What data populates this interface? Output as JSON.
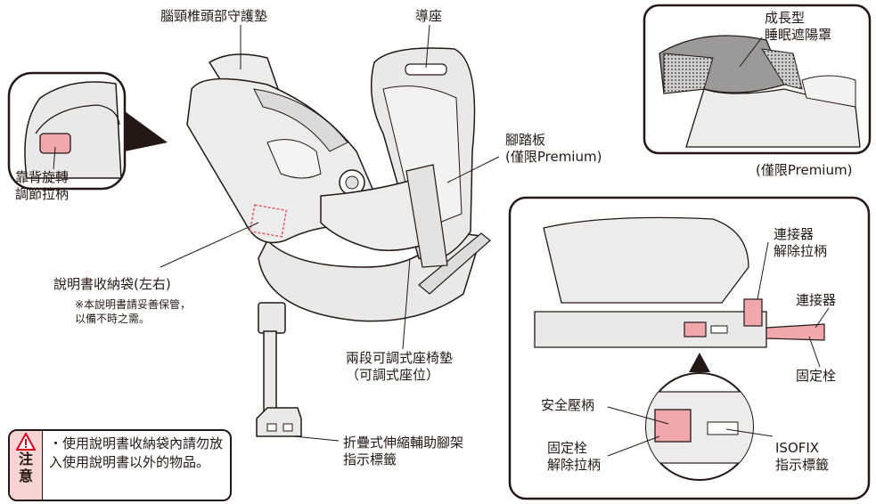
{
  "labels": {
    "headrest": "腦頸椎頭部守護墊",
    "guide": "導座",
    "recline_handle": "靠背旋轉\n調節拉柄",
    "footrest": "腳踏板\n(僅限Premium)",
    "manual_pocket": "說明書收納袋(左右)",
    "manual_note": "※本說明書請妥善保管，\n以備不時之需。",
    "seat_cushion": "兩段可調式座椅墊\n（可調式座位）",
    "support_leg_indicator": "折疊式伸縮輔助腳架\n指示標籤",
    "canopy": "成長型\n睡眠遮陽罩",
    "canopy_note": "(僅限Premium)",
    "connector_release": "連接器\n解除拉柄",
    "connector": "連接器",
    "fixing_bolt": "固定栓",
    "safety_lever": "安全壓柄",
    "bolt_release": "固定栓\n解除拉柄",
    "isofix_indicator": "ISOFIX\n指示標籤"
  },
  "caution": {
    "title": "注意",
    "text": "・使用說明書收納袋內請勿放入使用說明書以外的物品。"
  },
  "colors": {
    "line": "#231815",
    "accent_pink": "#f0a8ac",
    "seat_gray": "#e9e9e9",
    "canopy_gray": "#9a9a9a"
  },
  "icons": [
    "warning-triangle-icon"
  ]
}
